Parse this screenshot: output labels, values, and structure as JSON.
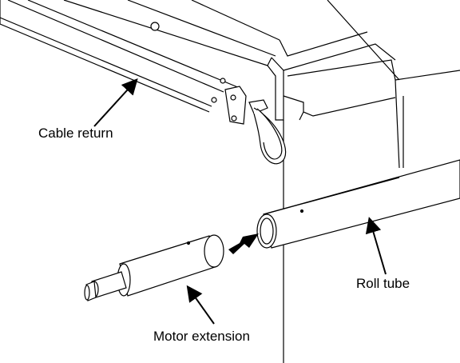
{
  "diagram": {
    "labels": {
      "cable_return": "Cable return",
      "roll_tube": "Roll tube",
      "motor_extension": "Motor extension"
    },
    "colors": {
      "line": "#000000",
      "background": "#ffffff",
      "shade": "#e6e6e6"
    }
  }
}
